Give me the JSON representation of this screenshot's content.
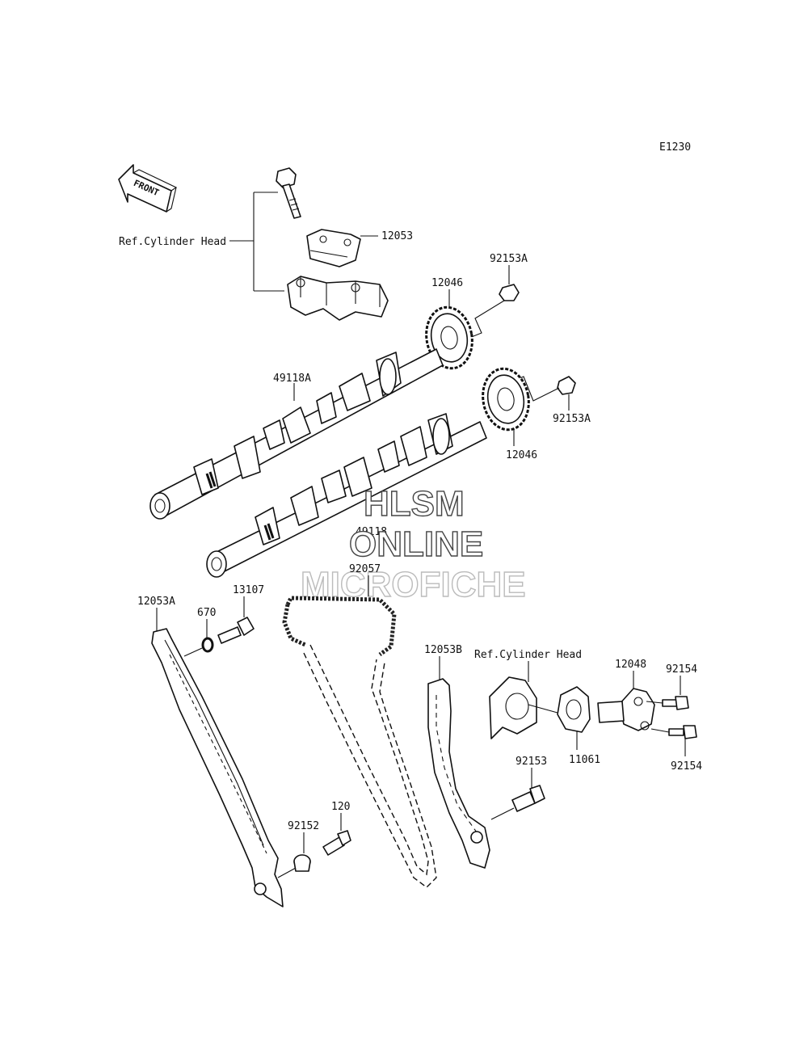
{
  "diagram": {
    "code": "E1230",
    "front_label": "FRONT",
    "watermark": [
      "HLSM",
      "ONLINE",
      "MICROFICHE"
    ],
    "ref_labels": {
      "ref_head_top": "Ref.Cylinder Head",
      "ref_head_right": "Ref.Cylinder Head"
    },
    "parts": {
      "p12053": "12053",
      "p92153A_top": "92153A",
      "p12046_top": "12046",
      "p49118A": "49118A",
      "p92153A_right": "92153A",
      "p12046_right": "12046",
      "p49118": "49118",
      "p92057": "92057",
      "p12053A": "12053A",
      "p670": "670",
      "p13107": "13107",
      "p12053B": "12053B",
      "p12048": "12048",
      "p92154_top": "92154",
      "p92154_bottom": "92154",
      "p11061": "11061",
      "p92153": "92153",
      "p120": "120",
      "p92152": "92152"
    }
  }
}
